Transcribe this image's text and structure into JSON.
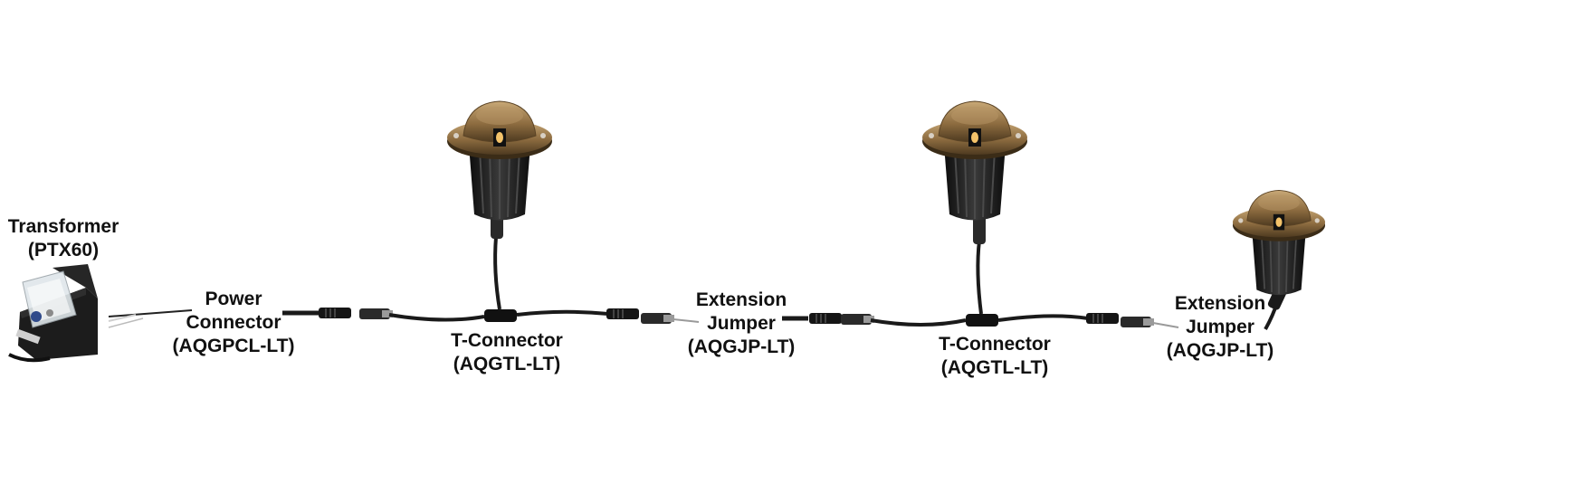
{
  "labels": {
    "transformer": {
      "name": "Transformer",
      "model": "(PTX60)"
    },
    "power_connector": {
      "line1": "Power",
      "line2": "Connector",
      "model": "(AQGPCL-LT)"
    },
    "t_connector_1": {
      "name": "T-Connector",
      "model": "(AQGTL-LT)"
    },
    "extension_jumper_1": {
      "line1": "Extension",
      "line2": "Jumper",
      "model": "(AQGJP-LT)"
    },
    "t_connector_2": {
      "name": "T-Connector",
      "model": "(AQGTL-LT)"
    },
    "extension_jumper_2": {
      "line1": "Extension",
      "line2": "Jumper",
      "model": "(AQGJP-LT)"
    }
  },
  "colors": {
    "background": "#ffffff",
    "cable": "#1a1a1a",
    "brass": "#9a7a4e",
    "brass_dark": "#5c4527",
    "fixture_body": "#1f1f1f",
    "transformer_body": "#1c1c1c"
  }
}
